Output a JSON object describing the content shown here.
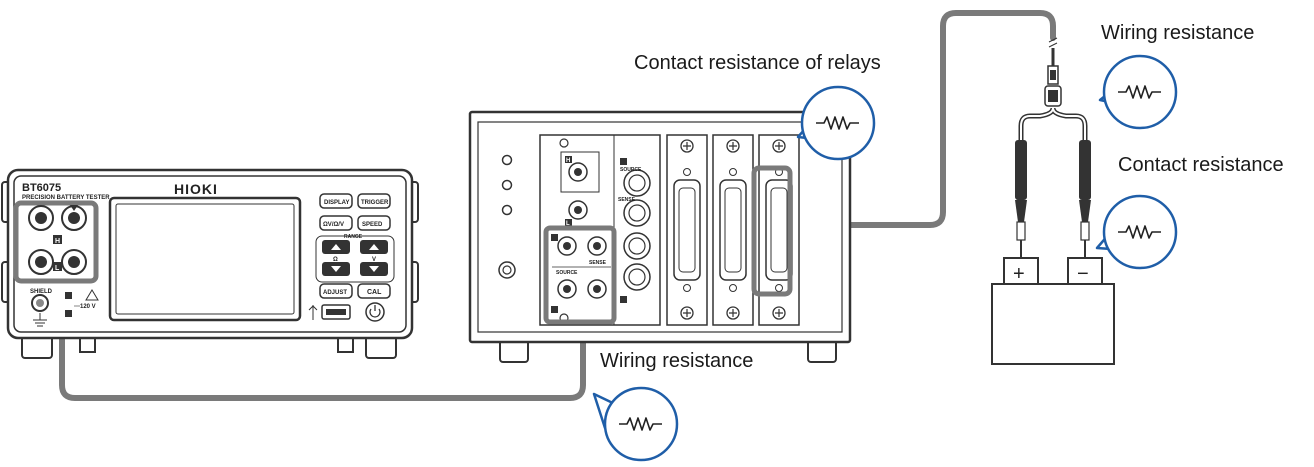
{
  "labels": {
    "wiring_resistance_top": "Wiring resistance",
    "contact_resistance_relays": "Contact resistance of relays",
    "contact_resistance": "Contact resistance",
    "wiring_resistance_bottom": "Wiring resistance"
  },
  "instrument": {
    "model": "BT6075",
    "subtitle": "PRECISION BATTERY TESTER",
    "brand": "HIOKI",
    "terminal_h": "H",
    "terminal_l": "L",
    "shield_label": "SHIELD",
    "voltage_label": "⋯120 V",
    "buttons": {
      "display": "DISPLAY",
      "trigger": "TRIGGER",
      "mode": "ΩV/Ω/V",
      "speed": "SPEED",
      "range": "RANGE",
      "ohm": "Ω",
      "volt": "V",
      "adjust": "ADJUST",
      "cal": "CAL"
    }
  },
  "switch_unit": {
    "terminal_h": "H",
    "terminal_l": "L",
    "source": "SOURCE",
    "sense": "SENSE"
  },
  "battery": {
    "plus": "+",
    "minus": "−"
  },
  "colors": {
    "bubble_border": "#1f5ea8",
    "cable": "#7a7a7a",
    "outline": "#333333"
  },
  "icons": [
    "resistor-icon",
    "power-icon",
    "usb-icon",
    "ground-icon",
    "warning-icon"
  ]
}
